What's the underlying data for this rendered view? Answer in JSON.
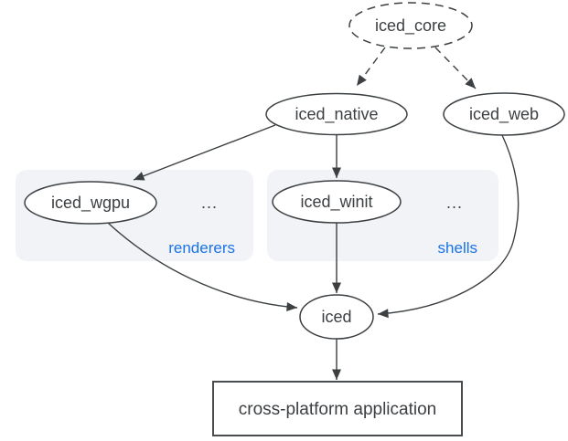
{
  "colors": {
    "background": "#ffffff",
    "stroke": "#3c4043",
    "text": "#3c4043",
    "accent_blue": "#1a73e8",
    "group_fill": "#f1f3f6"
  },
  "nodes": {
    "iced_core": {
      "label": "iced_core",
      "shape": "dashed-ellipse"
    },
    "iced_native": {
      "label": "iced_native",
      "shape": "ellipse"
    },
    "iced_web": {
      "label": "iced_web",
      "shape": "ellipse"
    },
    "iced_wgpu": {
      "label": "iced_wgpu",
      "shape": "ellipse"
    },
    "iced_winit": {
      "label": "iced_winit",
      "shape": "ellipse"
    },
    "iced": {
      "label": "iced",
      "shape": "ellipse"
    },
    "application": {
      "label": "cross-platform application",
      "shape": "rectangle"
    }
  },
  "groups": {
    "renderers": {
      "label": "renderers",
      "more": "..."
    },
    "shells": {
      "label": "shells",
      "more": "..."
    }
  },
  "edges": [
    {
      "from": "iced_core",
      "to": "iced_native",
      "style": "dashed"
    },
    {
      "from": "iced_core",
      "to": "iced_web",
      "style": "dashed"
    },
    {
      "from": "iced_native",
      "to": "iced_wgpu",
      "style": "solid"
    },
    {
      "from": "iced_native",
      "to": "iced_winit",
      "style": "solid"
    },
    {
      "from": "iced_wgpu",
      "to": "iced",
      "style": "solid"
    },
    {
      "from": "iced_winit",
      "to": "iced",
      "style": "solid"
    },
    {
      "from": "iced_web",
      "to": "iced",
      "style": "solid"
    },
    {
      "from": "iced",
      "to": "application",
      "style": "solid"
    }
  ]
}
